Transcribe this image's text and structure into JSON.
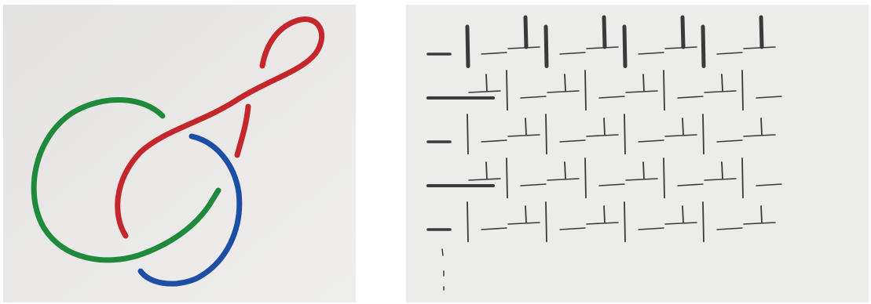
{
  "images": [
    {
      "subject": "hand-drawn-knot-sketch",
      "background_color": "#e9e8e6",
      "strokes": [
        {
          "color_name": "green",
          "color": "#1f8a3b"
        },
        {
          "color_name": "red",
          "color": "#c4262b"
        },
        {
          "color_name": "blue",
          "color": "#1d4ea6"
        }
      ]
    },
    {
      "subject": "pencil-weave-grid-sketch",
      "background_color": "#ececea",
      "stroke_color": "#3a3a3a",
      "grid_rows": 5,
      "grid_columns": 8
    }
  ]
}
